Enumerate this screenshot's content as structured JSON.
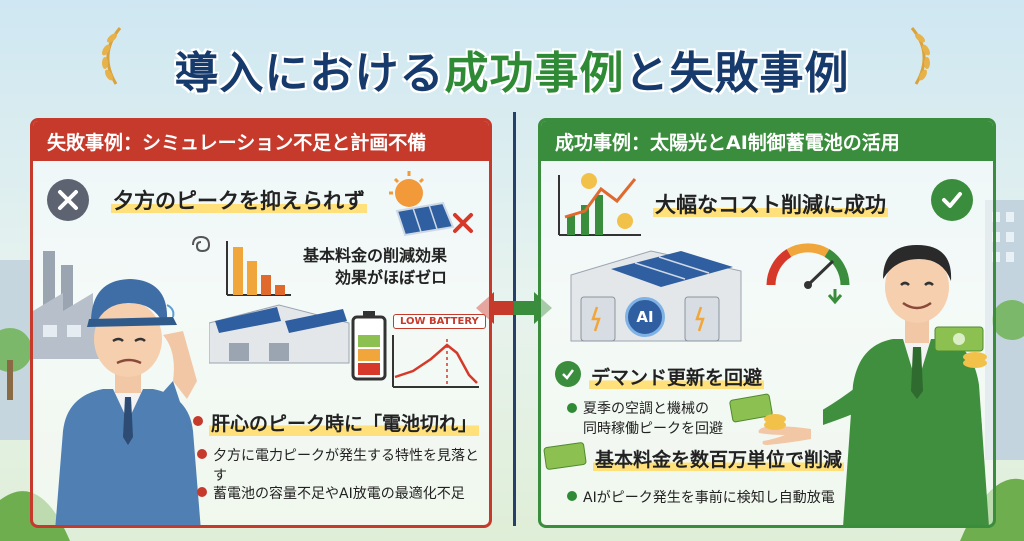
{
  "title": {
    "part1": "導入における",
    "part2": "成功事例",
    "part3": "と",
    "part4": "失敗事例"
  },
  "fail": {
    "header": "失敗事例：シミュレーション不足と計画不備",
    "headline": "夕方のピークを抑えられず",
    "effect_line1": "基本料金の削減効果",
    "effect_line2": "効果がほぼゼロ",
    "battery_label": "LOW BATTERY",
    "main_point": "肝心のピーク時に「電池切れ」",
    "bullets": [
      "夕方に電力ピークが発生する特性を見落とす",
      "蓄電池の容量不足やAI放電の最適化不足"
    ]
  },
  "success": {
    "header": "成功事例：太陽光とAI制御蓄電池の活用",
    "headline": "大幅なコスト削減に成功",
    "ai_label": "AI",
    "point1": "デマンド更新を回避",
    "point1_detail_line1": "夏季の空調と機械の",
    "point1_detail_line2": "同時稼働ピークを回避",
    "point2": "基本料金を数百万単位で削減",
    "bullets": [
      "AIがピーク発生を事前に検知し自動放電"
    ]
  },
  "icons": {
    "fail_badge": "x-icon",
    "success_badge": "check-icon",
    "arrows": "double-arrow-icon"
  },
  "colors": {
    "fail": "#c63a2c",
    "success": "#3a8d3c",
    "title_blue": "#163a6b",
    "title_green": "#2e8a35"
  }
}
